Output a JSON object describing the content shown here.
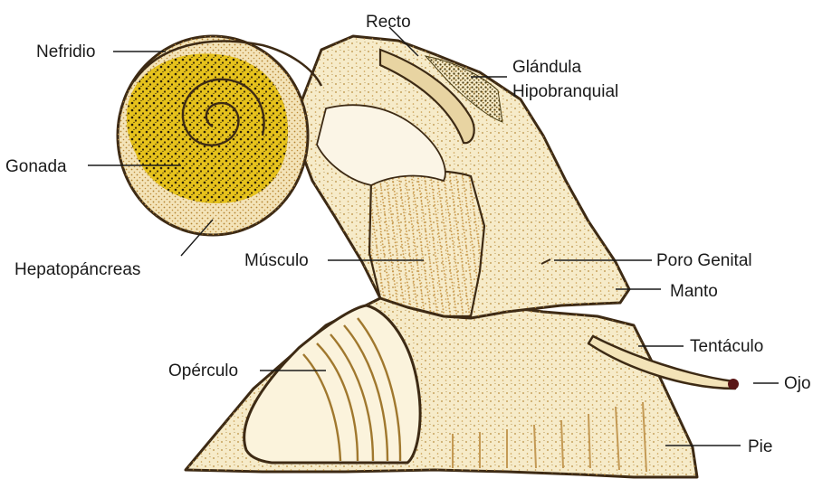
{
  "labels": {
    "nefridio": "Nefridio",
    "recto": "Recto",
    "glandula_1": "Glándula",
    "glandula_2": "Hipobranquial",
    "gonada": "Gonada",
    "hepatopancreas": "Hepatopáncreas",
    "musculo": "Músculo",
    "poro_genital": "Poro Genital",
    "manto": "Manto",
    "tentaculo": "Tentáculo",
    "ojo": "Ojo",
    "operculo": "Opérculo",
    "pie": "Pie"
  },
  "colors": {
    "outline": "#3d2a14",
    "body_fill": "#f6ebc9",
    "pale_fill": "#faf3e2",
    "gonad_fill": "#e6c21c",
    "stipple": "#b88b3e",
    "dark_dot": "#2a1f08",
    "gland_fill": "#6b5a2a",
    "eye": "#5a1616",
    "leader": "#1a1a1a"
  }
}
